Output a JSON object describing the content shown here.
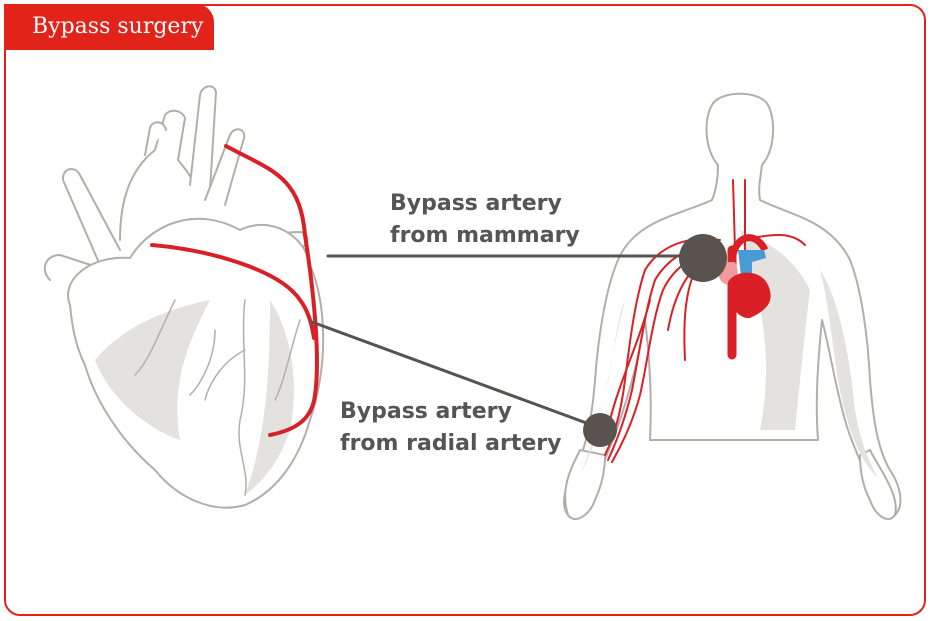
{
  "header": {
    "title": "Bypass surgery"
  },
  "labels": {
    "mammary_line1": "Bypass artery",
    "mammary_line2": "from mammary",
    "radial_line1": "Bypass artery",
    "radial_line2": "from radial artery"
  },
  "colors": {
    "accent": "#e2231a",
    "artery": "#d92027",
    "outline": "#b3aeaa",
    "shadow": "#e4e2df",
    "marker": "#59534f",
    "vein": "#4a9ad4",
    "pink": "#f29aa0"
  }
}
